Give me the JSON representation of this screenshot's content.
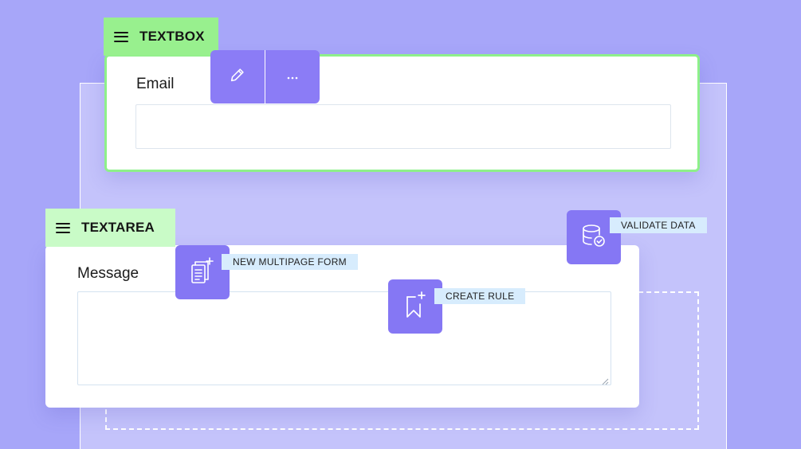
{
  "textbox": {
    "tag": "TEXTBOX",
    "label": "Email",
    "value": ""
  },
  "textarea": {
    "tag": "TEXTAREA",
    "label": "Message",
    "value": ""
  },
  "toolbar": {
    "edit_icon": "pencil-icon",
    "more_icon": "more-horizontal-icon",
    "more_label": "···"
  },
  "actions": {
    "multipage": {
      "label": "NEW MULTIPAGE FORM",
      "icon": "multipage-form-icon"
    },
    "rule": {
      "label": "CREATE RULE",
      "icon": "bookmark-plus-icon"
    },
    "validate": {
      "label": "VALIDATE DATA",
      "icon": "database-check-icon"
    }
  },
  "colors": {
    "background": "#a7a6f9",
    "accent": "#8577f4",
    "textbox_tag": "#98f08e",
    "textarea_tag": "#c9fbc7",
    "chip": "#d7ecfd"
  }
}
